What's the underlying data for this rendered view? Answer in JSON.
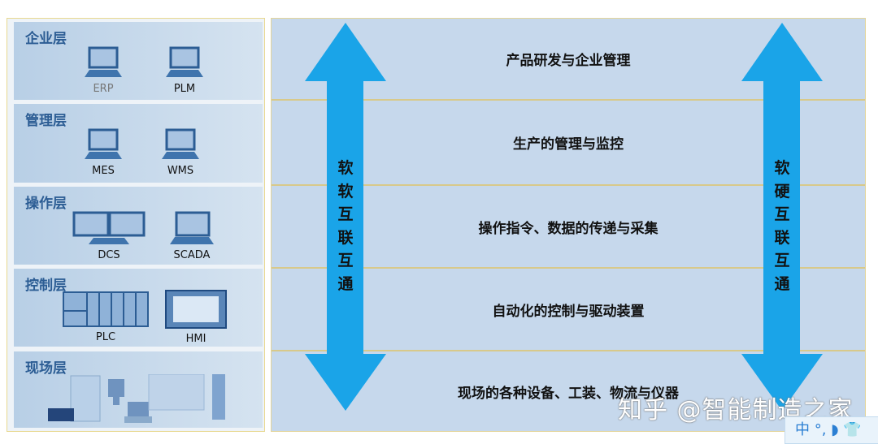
{
  "layers": [
    {
      "title": "企业层",
      "devices": [
        "ERP",
        "PLM"
      ]
    },
    {
      "title": "管理层",
      "devices": [
        "MES",
        "WMS"
      ]
    },
    {
      "title": "操作层",
      "devices": [
        "DCS",
        "SCADA"
      ]
    },
    {
      "title": "控制层",
      "devices": [
        "PLC",
        "HMI"
      ]
    },
    {
      "title": "现场层",
      "devices": []
    }
  ],
  "functions": [
    "产品研发与企业管理",
    "生产的管理与监控",
    "操作指令、数据的传递与采集",
    "自动化的控制与驱动装置",
    "现场的各种设备、工装、物流与仪器"
  ],
  "left_arrow_text": "软软互联互通",
  "right_arrow_text": "软硬互联互通",
  "watermark": "知乎 @智能制造之家",
  "ime_bar": "中 °, ◗ 👕",
  "colors": {
    "arrow": "#1aa4e8",
    "layer_title": "#2c5d94",
    "panel": "#c6d8ec",
    "divider": "#d8c98a"
  }
}
